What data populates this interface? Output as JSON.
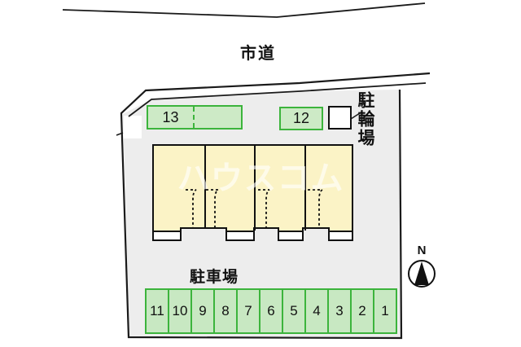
{
  "road": {
    "label": "市道"
  },
  "plots": {
    "plot13_label": "13",
    "plot12_label": "12"
  },
  "bicycle_parking": {
    "label": "駐輪場"
  },
  "parking": {
    "label": "駐車場",
    "spaces": [
      "11",
      "10",
      "9",
      "8",
      "7",
      "6",
      "5",
      "4",
      "3",
      "2",
      "1"
    ]
  },
  "compass": {
    "north_label": "N"
  },
  "watermark": {
    "text": "ハウスコム"
  },
  "colors": {
    "outline": "#1a1a1a",
    "ground_fill": "#ededed",
    "building_fill": "#fbf3c6",
    "green_border": "#3cb43c",
    "green_fill": "#cdeac6",
    "parking_fill": "#c8e8c2",
    "watermark_text": "#ffffff"
  }
}
